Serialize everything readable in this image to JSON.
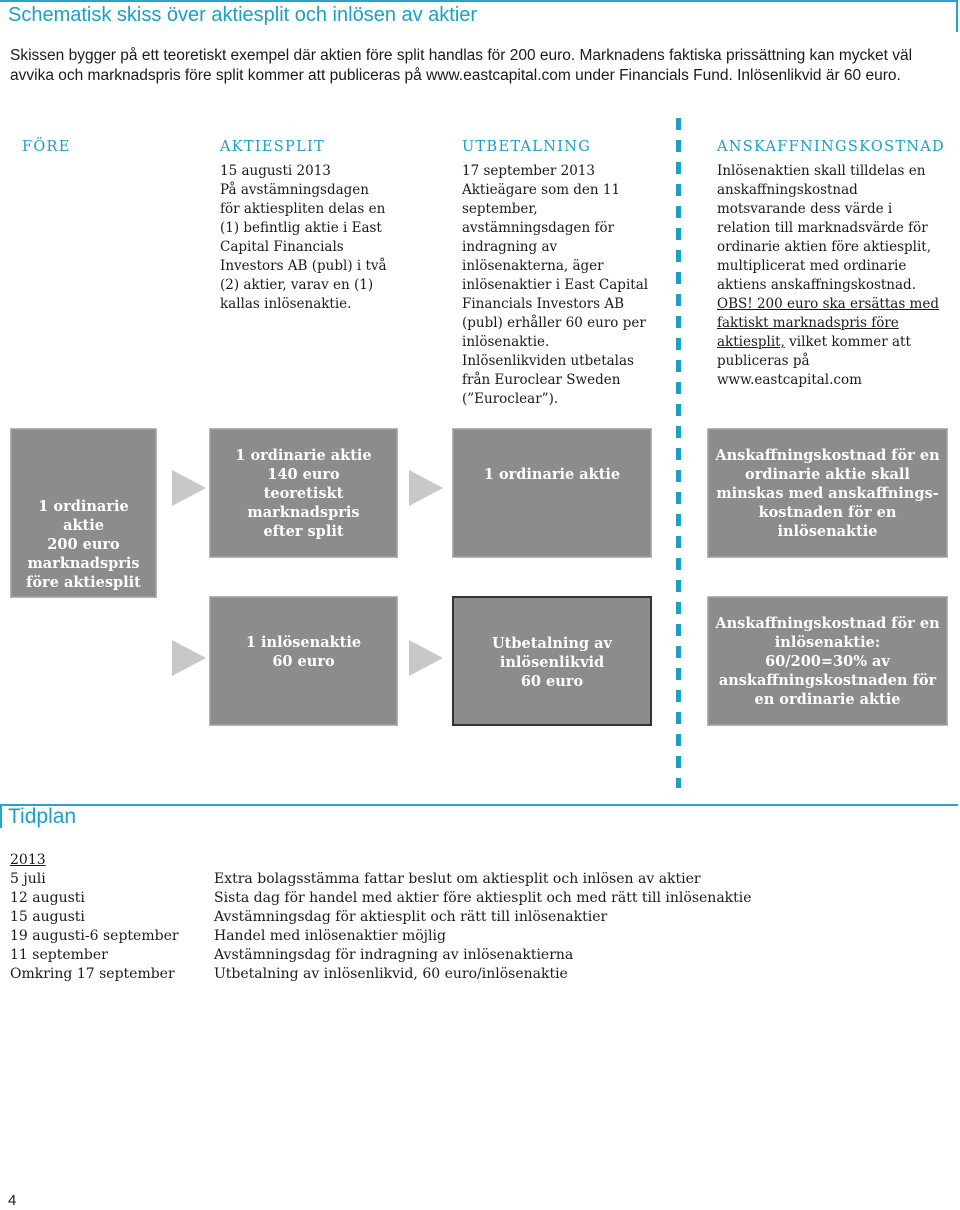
{
  "header": {
    "title": "Schematisk skiss över aktiesplit och inlösen av aktier",
    "intro": "Skissen bygger på ett teoretiskt exempel där aktien före split handlas för 200 euro. Marknadens faktiska prissättning kan mycket väl avvika och marknadspris före split kommer att publiceras på www.eastcapital.com under Financials Fund. Inlösenlikvid är 60 euro."
  },
  "columns": {
    "fore": {
      "heading": "FÖRE"
    },
    "aktiesplit": {
      "heading": "AKTIESPLIT",
      "text": "15 augusti 2013\nPå avstämningsdagen\nför aktiespliten delas en\n(1) befintlig aktie i East\nCapital Financials\nInvestors AB (publ) i två\n(2) aktier, varav en (1)\nkallas inlösenaktie."
    },
    "utbetalning": {
      "heading": "UTBETALNING",
      "text": "17 september 2013\nAktieägare som den 11\nseptember,\navstämningsdagen för\nindragning av\ninlösenakterna, äger\ninlösenaktier i East Capital\nFinancials Investors AB\n(publ) erhåller 60 euro per\ninlösenaktie.\nInlösenlikviden utbetalas\nfrån Euroclear Sweden\n(”Euroclear”)."
    },
    "anskaffning": {
      "heading": "ANSKAFFNINGSKOSTNAD",
      "text": "Inlösenaktien skall tilldelas en\nanskaffningskostnad\nmotsvarande dess värde i\nrelation till marknadsvärde för\nordinarie aktien före aktiesplit,\nmultiplicerat med ordinarie\naktiens anskaffningskostnad.",
      "obs_underlined_1": "OBS! 200 euro ska ersättas med",
      "obs_underlined_2": "faktiskt marknadspris före",
      "obs_underlined_3": "aktiesplit,",
      "obs_rest_3": " vilket kommer att",
      "obs_line_4": "publiceras på",
      "obs_line_5": "www.eastcapital.com"
    }
  },
  "boxes": {
    "fore": "1 ordinarie\naktie\n200 euro\nmarknadspris\nföre aktiesplit",
    "split_ordinary": "1 ordinarie aktie\n140 euro\nteoretiskt\nmarknadspris\nefter split",
    "split_redemption": "1 inlösenaktie\n60 euro",
    "payout_ordinary": "1 ordinarie aktie",
    "payout_redemption": "Utbetalning av\ninlösenlikvid\n60 euro",
    "cost_ordinary": "Anskaffningskostnad för en\nordinarie aktie skall\nminskas med anskaffnings-\nkostnaden för en\ninlösenaktie",
    "cost_redemption": "Anskaffningskostnad för en\ninlösenaktie:\n60/200=30% av\nanskaffningskostnaden för\nen ordinarie aktie"
  },
  "timeline": {
    "title": "Tidplan",
    "year": "2013",
    "rows": [
      {
        "date": "5 juli",
        "event": "Extra bolagsstämma fattar beslut om aktiesplit och inlösen av aktier"
      },
      {
        "date": "12 augusti",
        "event": "Sista dag för handel med aktier före aktiesplit och med rätt till inlösenaktie"
      },
      {
        "date": "15 augusti",
        "event": "Avstämningsdag för aktiesplit och rätt till inlösenaktier"
      },
      {
        "date": "19 augusti-6 september",
        "event": "Handel med inlösenaktier möjlig"
      },
      {
        "date": "11 september",
        "event": "Avstämningsdag för indragning av inlösenaktierna"
      },
      {
        "date": "Omkring 17 september",
        "event": "Utbetalning av inlösenlikvid, 60 euro/inlösenaktie"
      }
    ]
  },
  "footer": {
    "page_number": "4"
  },
  "colors": {
    "accent": "#1aa0c8",
    "box_grey": "#8c8c8c",
    "arrow_grey": "#c8c8c8"
  }
}
